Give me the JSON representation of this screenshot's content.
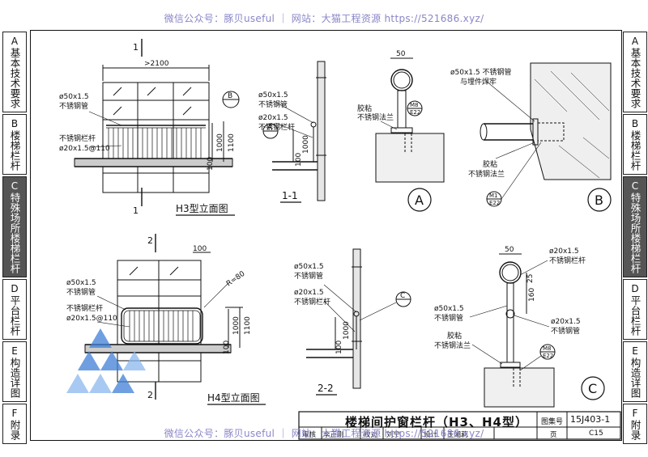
{
  "watermark": {
    "top": "微信公众号：豚贝useful ｜ 网站：大猫工程资源 https://521686.xyz/",
    "bottom": "微信公众号：豚贝useful ｜ 网站：大猫工程资源 https://521686.xyz/"
  },
  "tabs_left": [
    {
      "letter": "A",
      "text": "基本技术要求"
    },
    {
      "letter": "B",
      "text": "楼梯栏杆"
    },
    {
      "letter": "C",
      "text": "特殊场所楼梯栏杆"
    },
    {
      "letter": "D",
      "text": "平台栏杆"
    },
    {
      "letter": "E",
      "text": "构造详图"
    },
    {
      "letter": "F",
      "text": "附录"
    }
  ],
  "tabs_right": [
    {
      "letter": "A",
      "text": "基本技术要求"
    },
    {
      "letter": "B",
      "text": "楼梯栏杆"
    },
    {
      "letter": "C",
      "text": "特殊场所楼梯栏杆"
    },
    {
      "letter": "D",
      "text": "平台栏杆"
    },
    {
      "letter": "E",
      "text": "构造详图"
    },
    {
      "letter": "F",
      "text": "附录"
    }
  ],
  "active_tab": "C",
  "h3": {
    "dim_top": ">2100",
    "cut_no": "1",
    "pipe": "ø50x1.5",
    "pipe_mat": "不锈钢管",
    "bar": "不锈钢栏杆",
    "bar_spec": "ø20x1.5@110",
    "callout": "B",
    "dim_100": "100",
    "dim_1000": "1000",
    "dim_1100": "1100",
    "title": "H3型立面图"
  },
  "sec11": {
    "pipe": "ø50x1.5",
    "pipe_mat": "不锈钢管",
    "bar": "ø20x1.5",
    "bar_mat": "不锈钢栏杆",
    "callout": "A",
    "dim_100": "100",
    "dim_1000": "1000",
    "title": "1-1"
  },
  "detA": {
    "dim": "50",
    "glue": "胶粘",
    "flange": "不锈钢法兰",
    "anchor_top": "M8",
    "anchor_bot": "E22",
    "label": "A"
  },
  "detB": {
    "pipe": "ø50x1.5 不锈钢管",
    "weld": "与埋件焊牢",
    "glue": "胶粘",
    "flange": "不锈钢法兰",
    "anchor_top": "M1",
    "anchor_bot": "E22",
    "label": "B"
  },
  "h4": {
    "cut_no": "2",
    "dim_100": "100",
    "radius": "R=80",
    "pipe": "ø50x1.5",
    "pipe_mat": "不锈钢管",
    "bar": "不锈钢栏杆",
    "bar_spec": "ø20x1.5@110",
    "dim_1000": "1000",
    "dim_1100": "1100",
    "dim_100b": "100",
    "title": "H4型立面图"
  },
  "sec22": {
    "pipe": "ø50x1.5",
    "pipe_mat": "不锈钢管",
    "bar": "ø20x1.5",
    "bar_mat": "不锈钢栏杆",
    "callout": "C",
    "dim_100": "100",
    "dim_1000": "1000",
    "title": "2-2"
  },
  "detC": {
    "dim": "50",
    "bar_top": "ø20x1.5",
    "bar_top_mat": "不锈钢栏杆",
    "pipe_left": "ø50x1.5",
    "pipe_left_mat": "不锈钢管",
    "pipe_right": "ø20x1.5",
    "pipe_right_mat": "不锈钢管",
    "dim_25": "25",
    "dim_160": "160",
    "glue": "胶粘",
    "flange": "不锈钢法兰",
    "anchor_top": "M8",
    "anchor_bot": "E22",
    "label": "C"
  },
  "titleblock": {
    "title": "楼梯间护窗栏杆（H3、H4型）",
    "atlas_label": "图集号",
    "atlas": "15J403-1",
    "review_label": "审核",
    "reviewer": "李正刚",
    "check_label": "校对",
    "checker": "刘宁",
    "design_label": "设计",
    "designer": "王湘莉",
    "page_label": "页",
    "page": "C15"
  },
  "colors": {
    "line": "#111111",
    "active_tab": "#555555",
    "watermark": "#8a86c8",
    "logo": "#3f80d6"
  }
}
